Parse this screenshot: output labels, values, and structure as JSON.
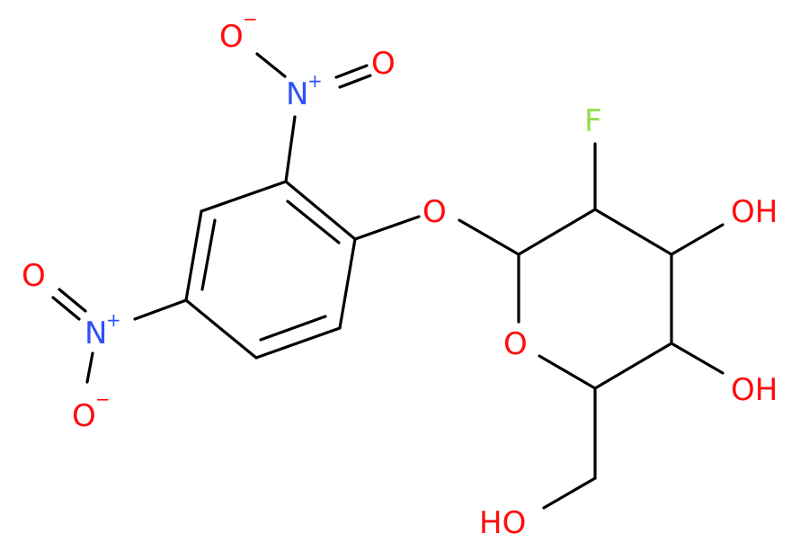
{
  "colors": {
    "bond": "#000000",
    "oxygen": "#ff0d0d",
    "nitrogen": "#3050f8",
    "fluorine": "#90e050"
  },
  "atoms": {
    "n_top": {
      "element": "N",
      "charge": "+"
    },
    "o_top_minus": {
      "element": "O",
      "charge": "−"
    },
    "o_top_double": {
      "element": "O"
    },
    "n_left": {
      "element": "N",
      "charge": "+"
    },
    "o_left_double": {
      "element": "O"
    },
    "o_left_minus": {
      "element": "O",
      "charge": "−"
    },
    "o_ether": {
      "element": "O"
    },
    "o_ring": {
      "element": "O"
    },
    "f": {
      "element": "F"
    },
    "oh_upper": {
      "text": "OH"
    },
    "oh_lower": {
      "text": "OH"
    },
    "ho": {
      "text": "HO"
    }
  }
}
